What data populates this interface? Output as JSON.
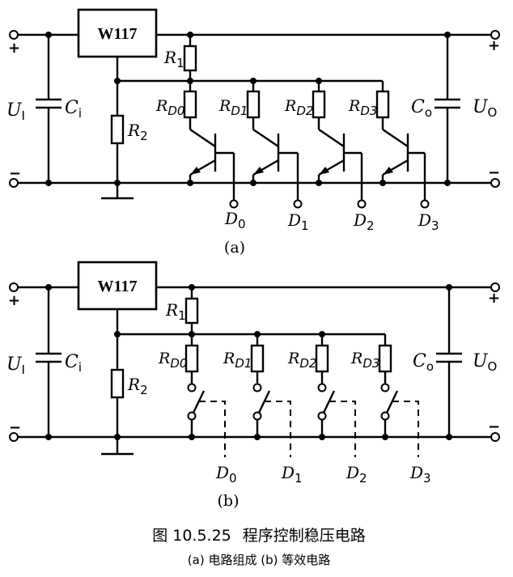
{
  "figure": {
    "number": "图 10.5.25",
    "title": "程序控制稳压电路",
    "subcaption": "(a) 电路组成   (b) 等效电路"
  },
  "panels": [
    {
      "id": "a",
      "tag": "(a)",
      "regulator": "W117",
      "input_voltage": {
        "main": "U",
        "sub": "I"
      },
      "output_voltage": {
        "main": "U",
        "sub": "O"
      },
      "input_cap": {
        "main": "C",
        "sub": "i"
      },
      "output_cap": {
        "main": "C",
        "sub": "o"
      },
      "r1": {
        "main": "R",
        "sub": "1"
      },
      "r2": {
        "main": "R",
        "sub": "2"
      },
      "plus": "+",
      "minus": "−",
      "branches": [
        {
          "res": {
            "main": "R",
            "sub": "D0"
          },
          "ctrl": {
            "main": "D",
            "sub": "0"
          }
        },
        {
          "res": {
            "main": "R",
            "sub": "D1"
          },
          "ctrl": {
            "main": "D",
            "sub": "1"
          }
        },
        {
          "res": {
            "main": "R",
            "sub": "D2"
          },
          "ctrl": {
            "main": "D",
            "sub": "2"
          }
        },
        {
          "res": {
            "main": "R",
            "sub": "D3"
          },
          "ctrl": {
            "main": "D",
            "sub": "3"
          }
        }
      ]
    },
    {
      "id": "b",
      "tag": "(b)",
      "regulator": "W117",
      "input_voltage": {
        "main": "U",
        "sub": "I"
      },
      "output_voltage": {
        "main": "U",
        "sub": "O"
      },
      "input_cap": {
        "main": "C",
        "sub": "i"
      },
      "output_cap": {
        "main": "C",
        "sub": "o"
      },
      "r1": {
        "main": "R",
        "sub": "1"
      },
      "r2": {
        "main": "R",
        "sub": "2"
      },
      "plus": "+",
      "minus": "−",
      "branches": [
        {
          "res": {
            "main": "R",
            "sub": "D0"
          },
          "ctrl": {
            "main": "D",
            "sub": "0"
          }
        },
        {
          "res": {
            "main": "R",
            "sub": "D1"
          },
          "ctrl": {
            "main": "D",
            "sub": "1"
          }
        },
        {
          "res": {
            "main": "R",
            "sub": "D2"
          },
          "ctrl": {
            "main": "D",
            "sub": "2"
          }
        },
        {
          "res": {
            "main": "R",
            "sub": "D3"
          },
          "ctrl": {
            "main": "D",
            "sub": "3"
          }
        }
      ]
    }
  ]
}
